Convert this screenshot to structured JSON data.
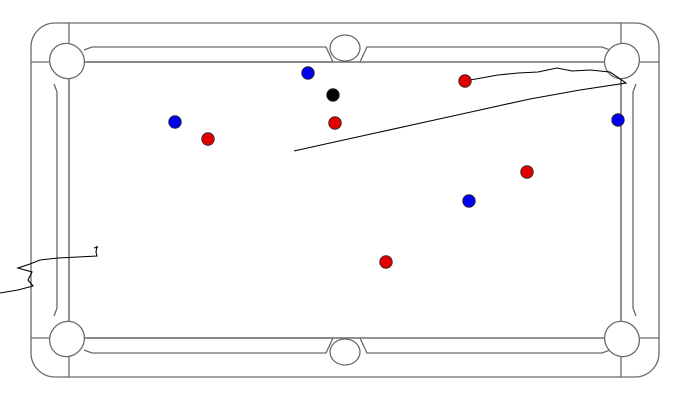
{
  "game": {
    "name": "pool-table",
    "colors": {
      "background": "#ffffff",
      "outline": "#6b6b6b",
      "red": "#e00000",
      "blue": "#0000ee",
      "black": "#000000",
      "ink": "#000000"
    },
    "balls": [
      {
        "color": "blue"
      },
      {
        "color": "black"
      },
      {
        "color": "red"
      },
      {
        "color": "red"
      },
      {
        "color": "blue"
      },
      {
        "color": "red"
      },
      {
        "color": "blue"
      },
      {
        "color": "red"
      },
      {
        "color": "blue"
      },
      {
        "color": "red"
      }
    ],
    "pocket_count": 6,
    "sketch_strokes": 3
  }
}
